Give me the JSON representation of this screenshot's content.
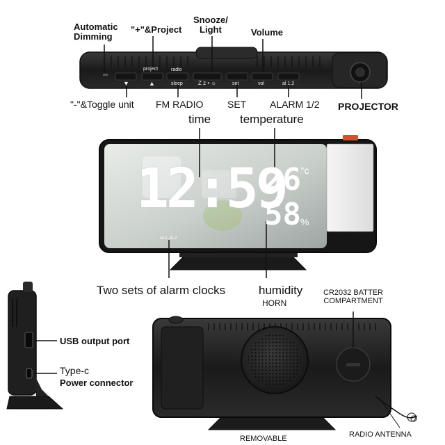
{
  "top_panel": {
    "callouts": {
      "automatic_dimming": "Automatic\nDimming",
      "plus_project": "\"+\"&Project",
      "snooze_light": "Snooze/\nLight",
      "volume": "Volume",
      "minus_toggle": "\"-\"&Toggle unit",
      "fm_radio": "FM RADIO",
      "set": "SET",
      "alarm12": "ALARM 1/2",
      "projector": "PROJECTOR"
    },
    "button_labels": {
      "project": "project",
      "radio": "radio",
      "sleep": "sleep",
      "zz": "Z z • ☼",
      "set": "set",
      "vol": "vol",
      "al12": "al 1.2",
      "down_arrow": "▼",
      "up_arrow": "▲"
    }
  },
  "front_view": {
    "callouts": {
      "time": "time",
      "temperature": "temperature",
      "alarm_sets": "Two sets of alarm clocks",
      "humidity": "humidity"
    },
    "display": {
      "time": "12:59",
      "temperature_value": "26",
      "temperature_unit": "°c",
      "humidity_value": "58",
      "humidity_unit": "%",
      "alarm_indicators": "AL1  AL2"
    }
  },
  "side_view": {
    "callouts": {
      "usb": "USB output port",
      "typec": "Type-c",
      "power": "Power connector"
    }
  },
  "back_view": {
    "callouts": {
      "horn": "HORN",
      "battery": "CR2032 BATTER\nCOMPARTMENT",
      "removable": "REMOVABLE",
      "antenna": "RADIO ANTENNA"
    }
  },
  "colors": {
    "device_body": "#1c1c1c",
    "device_edge": "#2e2e2e",
    "display_digits": "#ffffff",
    "projector_accent": "#d2522c"
  }
}
